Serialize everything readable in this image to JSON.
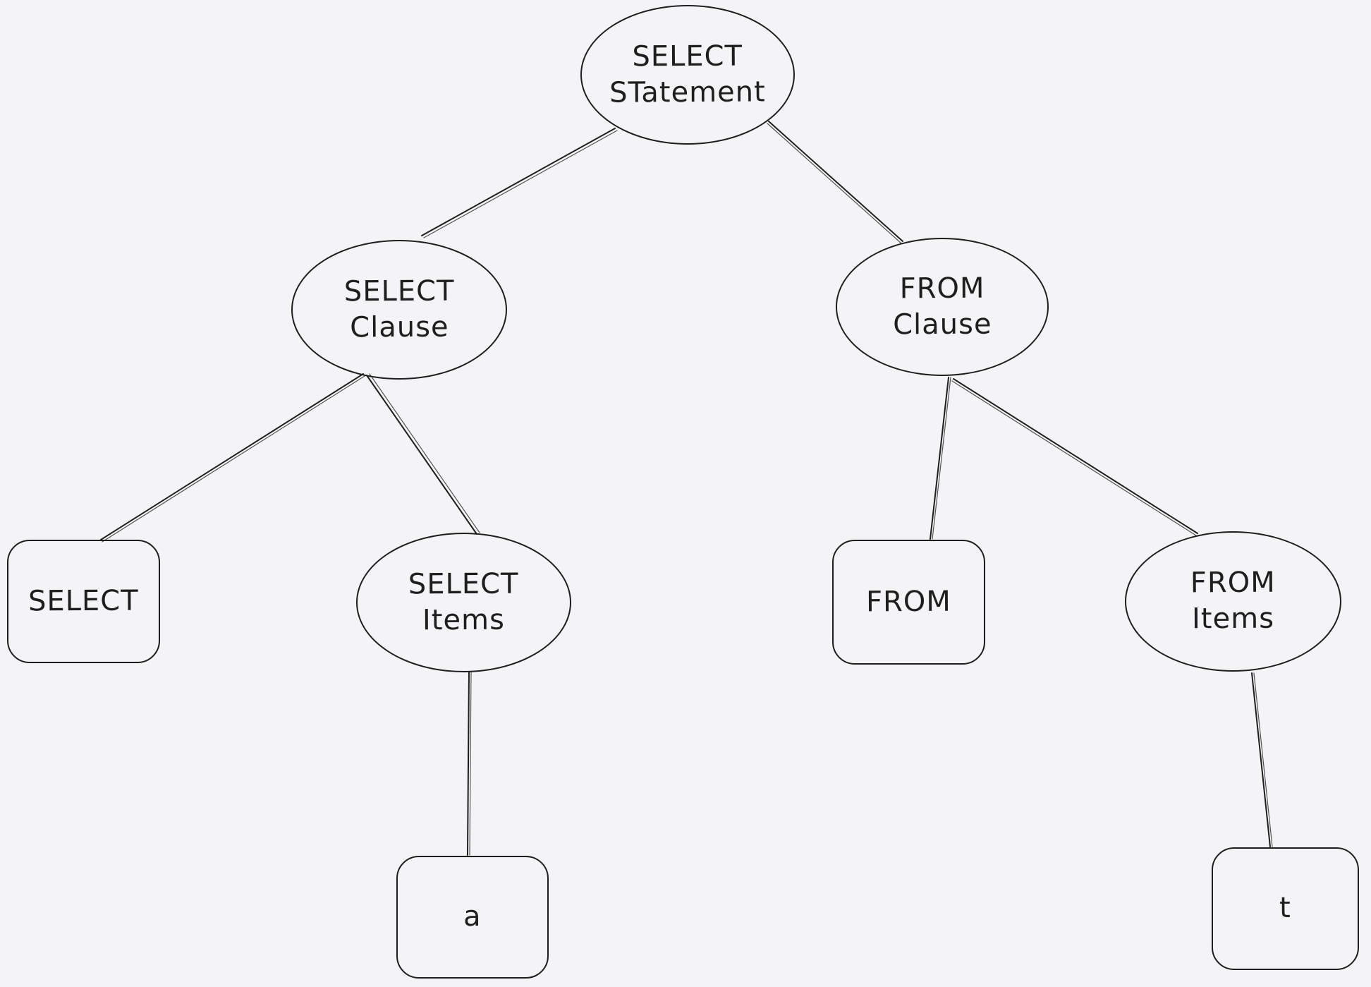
{
  "canvas": {
    "background_color": "#f4f4f6",
    "stroke_color": "#1e1e1e"
  },
  "diagram": {
    "kind": "hand-drawn parse tree",
    "nodes": [
      {
        "id": "select-statement",
        "shape": "ellipse",
        "label": "SELECT\nSTatement"
      },
      {
        "id": "select-clause",
        "shape": "ellipse",
        "label": "SELECT\nClause"
      },
      {
        "id": "from-clause",
        "shape": "ellipse",
        "label": "FROM\nClause"
      },
      {
        "id": "select-keyword",
        "shape": "rectangle",
        "label": "SELECT"
      },
      {
        "id": "select-items",
        "shape": "ellipse",
        "label": "SELECT\nItems"
      },
      {
        "id": "from-keyword",
        "shape": "rectangle",
        "label": "FROM"
      },
      {
        "id": "from-items",
        "shape": "ellipse",
        "label": "FROM\nItems"
      },
      {
        "id": "select-item-a",
        "shape": "rectangle",
        "label": "a"
      },
      {
        "id": "from-item-t",
        "shape": "rectangle",
        "label": "t"
      }
    ],
    "edges": [
      {
        "from": "select-statement",
        "to": "select-clause"
      },
      {
        "from": "select-statement",
        "to": "from-clause"
      },
      {
        "from": "select-clause",
        "to": "select-keyword"
      },
      {
        "from": "select-clause",
        "to": "select-items"
      },
      {
        "from": "select-items",
        "to": "select-item-a"
      },
      {
        "from": "from-clause",
        "to": "from-keyword"
      },
      {
        "from": "from-clause",
        "to": "from-items"
      },
      {
        "from": "from-items",
        "to": "from-item-t"
      }
    ]
  }
}
